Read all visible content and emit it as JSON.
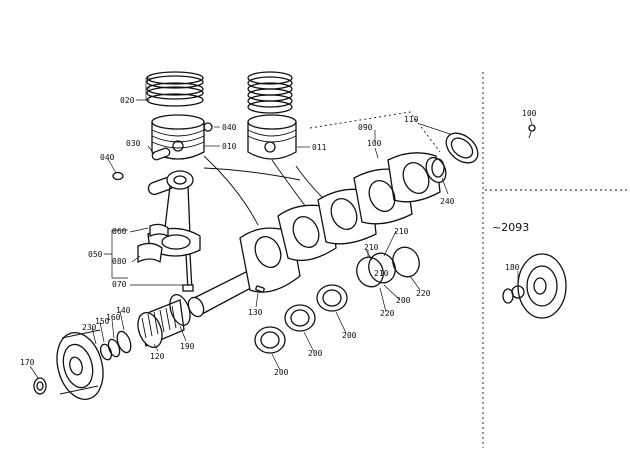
{
  "diagram": {
    "inset_ref": "~2093",
    "callouts": {
      "piston_rings": "020",
      "piston_clip": "040",
      "piston_pin": "030",
      "piston_pin_clip": "040",
      "piston_a": "010",
      "piston_b": "011",
      "rod_bolt": "060",
      "rod_bearing": "080",
      "rod_assembly": "050",
      "rod_nut": "070",
      "pilot_090": "090",
      "pilot_100": "100",
      "inset_100": "100",
      "front_seal": "110",
      "seal_240": "240",
      "key_130": "130",
      "gear_120": "120",
      "spacer_190": "190",
      "collar_160": "160",
      "collar_140": "140",
      "washer_150": "150",
      "oring_230": "230",
      "pulley_170": "170",
      "inset_180": "180",
      "thrust_210a": "210",
      "thrust_210b": "210",
      "thrust_210c": "210",
      "thrust_220a": "220",
      "thrust_220b": "220",
      "main_200a": "200",
      "main_200b": "200",
      "main_200c": "200",
      "main_200d": "200"
    }
  }
}
